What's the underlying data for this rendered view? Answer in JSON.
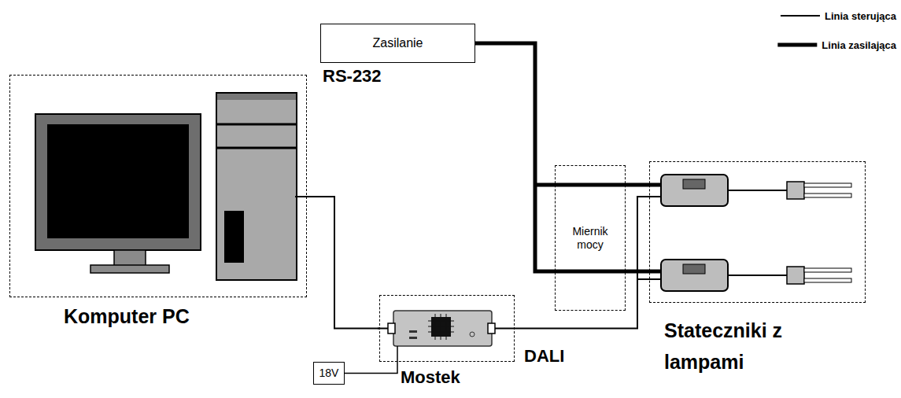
{
  "diagram": {
    "nodes": [
      {
        "text": [
          "Zasilanie"
        ]
      },
      {
        "text": [
          "Komputer PC"
        ]
      },
      {
        "text": [
          "Mostek"
        ]
      },
      {
        "text": [
          "18V"
        ]
      },
      {
        "text": [
          "Miernik mocy"
        ]
      },
      {
        "text": [
          "Stateczniki z lampami"
        ]
      }
    ],
    "edges": [
      {
        "from": 1,
        "to": 2,
        "label": "RS-232",
        "arrow": "none"
      },
      {
        "from": 3,
        "to": 2,
        "arrow": "none"
      },
      {
        "from": 2,
        "to": 5,
        "label": "DALI",
        "arrow": "none"
      },
      {
        "from": 0,
        "to": 5,
        "arrow": "none"
      }
    ],
    "legend": [
      {
        "text": "Linia sterująca"
      },
      {
        "text": "Linia zasilająca"
      }
    ]
  }
}
